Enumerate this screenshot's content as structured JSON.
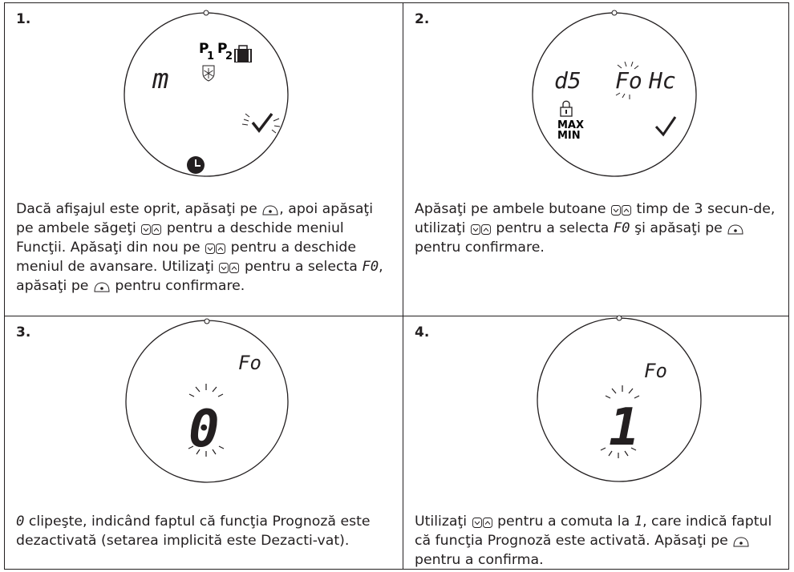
{
  "panels": [
    {
      "number": "1.",
      "display": {
        "left": "m",
        "p1": "P1",
        "p2": "P2"
      },
      "text": {
        "a": "Dacă afişajul este oprit, apăsaţi pe",
        "b": ", apoi apăsaţi pe ambele săgeţi",
        "c": "pentru a deschide meniul Funcţii. Apăsaţi din nou pe",
        "d": "pentru a deschide meniul de avansare. Utilizaţi",
        "e": "pentru a selecta",
        "code": "F0",
        "f": ", apăsaţi pe",
        "g": "pentru confirmare."
      }
    },
    {
      "number": "2.",
      "display": {
        "left": "d5",
        "mid": "Fo",
        "right": "Hc",
        "max": "MAX",
        "min": "MIN"
      },
      "text": {
        "a": "Apăsaţi pe ambele butoane",
        "b": "timp de 3 secun-de, utilizaţi",
        "c": "pentru a selecta",
        "code": "F0",
        "d": "şi apăsaţi pe",
        "e": "pentru confirmare."
      }
    },
    {
      "number": "3.",
      "display": {
        "top": "Fo",
        "big": "0"
      },
      "text": {
        "code": "0",
        "a": "clipeşte, indicând faptul că funcţia Prognoză este dezactivată (setarea implicită este Dezacti-vat)."
      }
    },
    {
      "number": "4.",
      "display": {
        "top": "Fo",
        "big": "1"
      },
      "text": {
        "a": "Utilizaţi",
        "b": "pentru a comuta la",
        "code": "1",
        "c": ", care indică faptul că funcţia Prognoză este activată. Apăsaţi pe",
        "d": "pentru a confirma."
      }
    }
  ],
  "icons": {
    "ok_button": "ok-button-icon",
    "arrows": "up-down-arrows-icon",
    "lock": "lock-icon",
    "clock": "clock-icon",
    "check": "check-icon",
    "snowflake": "frost-protection-icon",
    "suitcase": "suitcase-icon"
  }
}
